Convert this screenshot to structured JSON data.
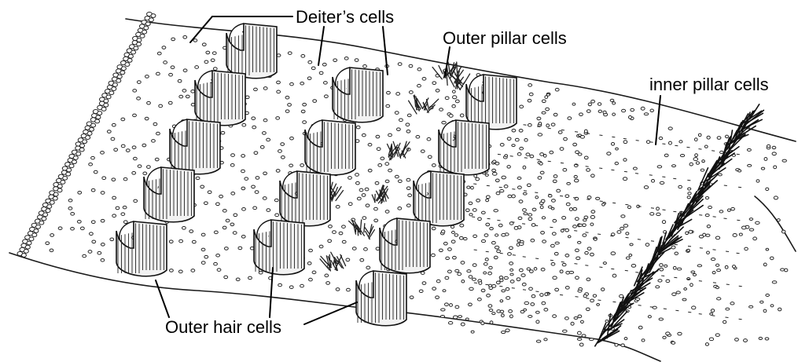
{
  "labels": {
    "deiters_cells": "Deiter’s cells",
    "outer_pillar_cells": "Outer pillar cells",
    "inner_pillar_cells": "inner pillar cells",
    "outer_hair_cells": "Outer hair cells"
  }
}
